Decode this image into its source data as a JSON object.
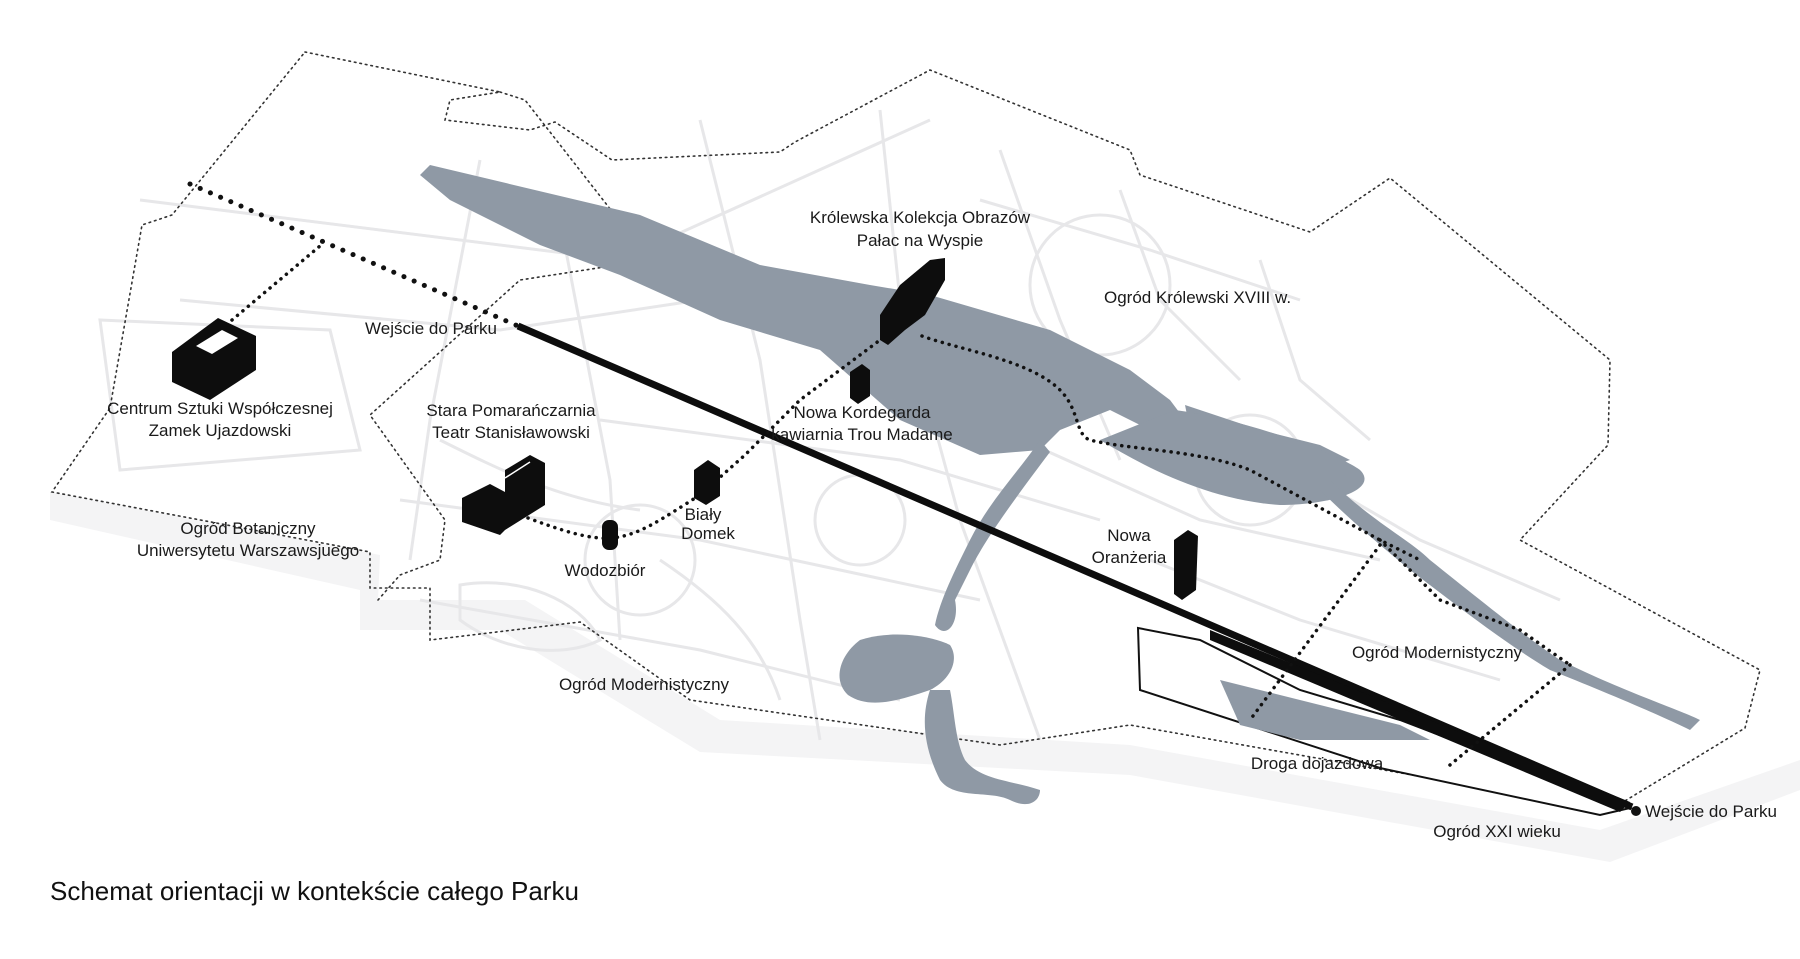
{
  "caption": "Schemat orientacji w kontekście całego Parku",
  "colors": {
    "water": "#8f99a5",
    "line": "#0d0d0d",
    "background": "#ffffff"
  },
  "labels": {
    "centrum": {
      "line1": "Centrum Sztuki Współczesnej",
      "line2": "Zamek Ujazdowski"
    },
    "botaniczny": {
      "line1": "Ogród Botaniczny",
      "line2": "Uniwersytetu Warszawsjuego"
    },
    "wejscie_top": "Wejście do Parku",
    "stara": {
      "line1": "Stara Pomarańczarnia",
      "line2": "Teatr Stanisławowski"
    },
    "wodozbior": "Wodozbiór",
    "bialy": {
      "line1": "Biały",
      "line2": "Domek"
    },
    "krolewska": {
      "line1": "Królewska Kolekcja Obrazów",
      "line2": "Pałac na Wyspie"
    },
    "kordegarda": {
      "line1": "Nowa Kordegarda",
      "line2": "kawiarnia Trou Madame"
    },
    "ogrod_krolewski": "Ogród Królewski XVIII w.",
    "oranzeria": {
      "line1": "Nowa",
      "line2": "Oranżeria"
    },
    "modern_left": "Ogród Modernistyczny",
    "modern_right": "Ogród Modernistyczny",
    "droga": "Droga dojazdowa",
    "xxi": "Ogród XXI wieku",
    "wejscie_bottom": "Wejście do Parku"
  }
}
